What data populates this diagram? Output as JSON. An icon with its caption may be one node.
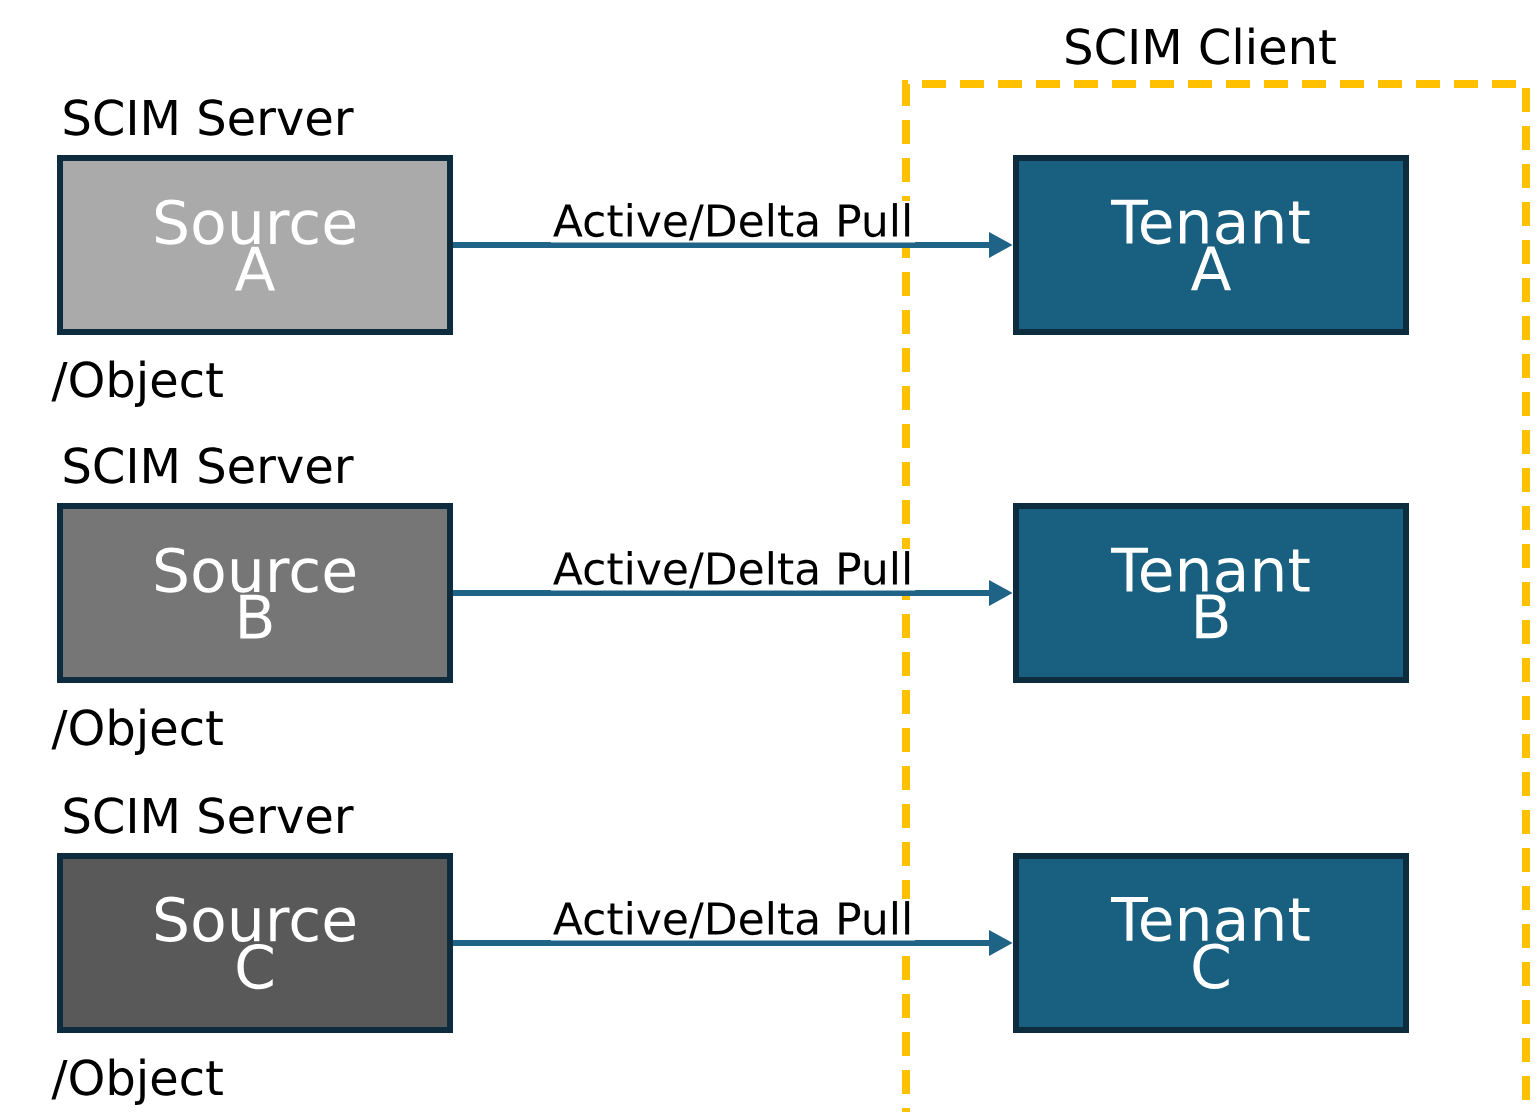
{
  "diagram": {
    "nodes": [
      {
        "text": [
          "SCIM Server",
          "Source A"
        ],
        "beside": [
          "/Object"
        ]
      },
      {
        "text": [
          "SCIM Server",
          "Source B"
        ],
        "beside": [
          "/Object"
        ]
      },
      {
        "text": [
          "SCIM Server",
          "Source C"
        ],
        "beside": [
          "/Object"
        ]
      },
      {
        "text": [
          "SCIM Client"
        ]
      },
      {
        "text": [
          "Tenant A"
        ],
        "in": 3
      },
      {
        "text": [
          "Tenant B"
        ],
        "in": 3
      },
      {
        "text": [
          "Tenant C"
        ],
        "in": 3
      }
    ],
    "edges": [
      {
        "from": 0,
        "to": 4,
        "arrow": "to",
        "label": "Active/Delta Pull"
      },
      {
        "from": 1,
        "to": 5,
        "arrow": "to",
        "label": "Active/Delta Pull"
      },
      {
        "from": 2,
        "to": 6,
        "arrow": "to",
        "label": "Active/Delta Pull"
      }
    ]
  }
}
